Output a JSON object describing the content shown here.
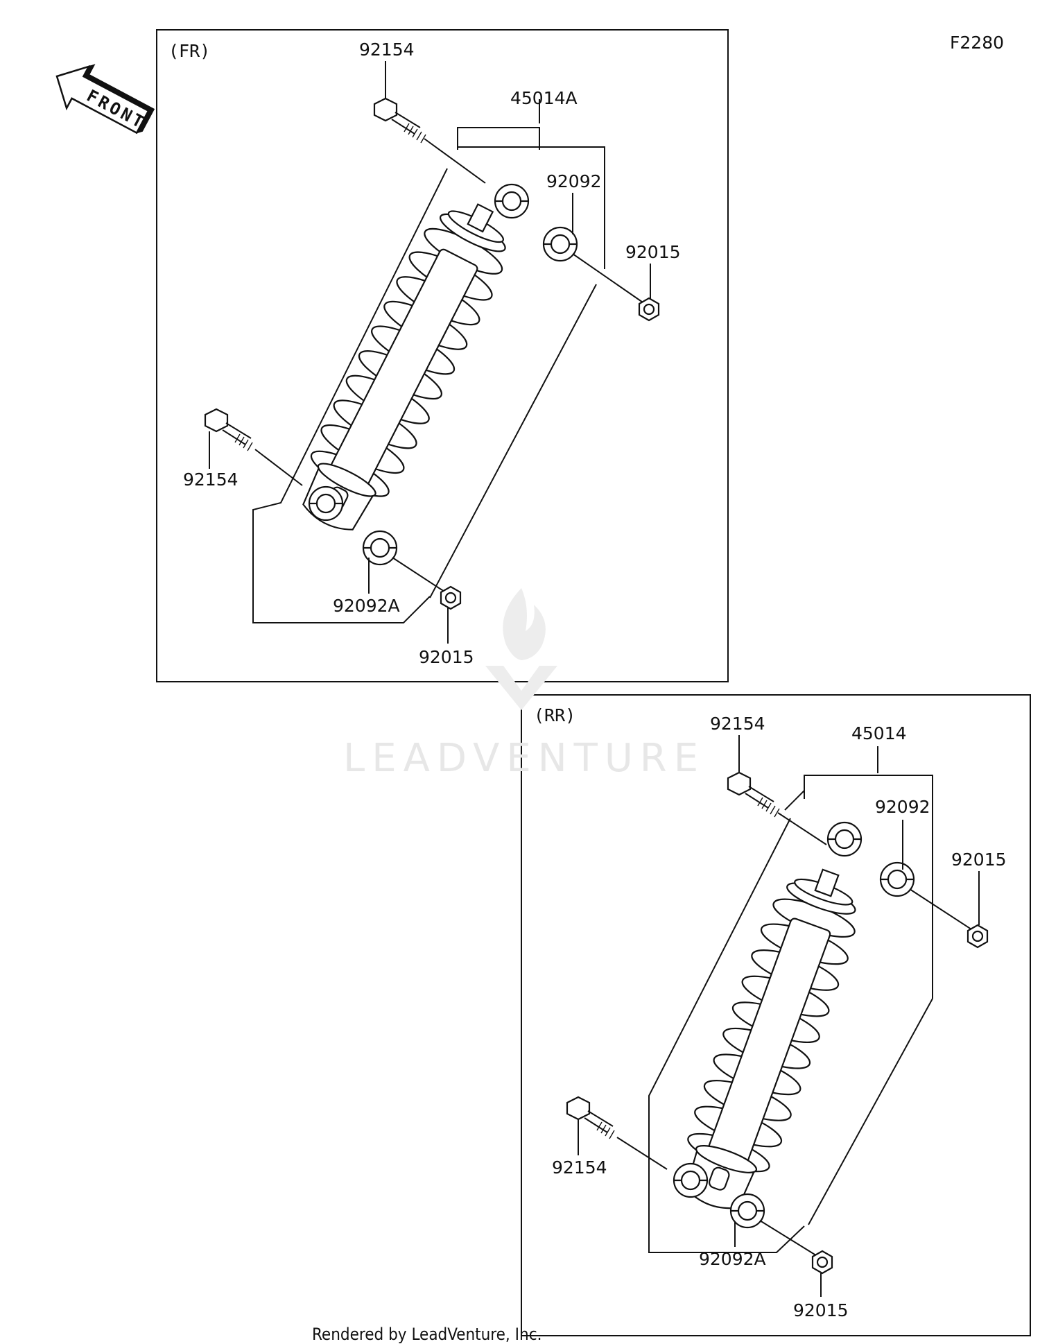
{
  "diagram_code": "F2280",
  "front_arrow_label": "FRONT",
  "watermark": "LEADVENTURE",
  "footer": "Rendered by LeadVenture, Inc.",
  "front_section": {
    "title": "(FR)",
    "labels": {
      "bolt_top": "92154",
      "assembly": "45014A",
      "collar_top": "92092",
      "nut_top": "92015",
      "bolt_bottom": "92154",
      "collar_bottom": "92092A",
      "nut_bottom": "92015"
    }
  },
  "rear_section": {
    "title": "(RR)",
    "labels": {
      "bolt_top": "92154",
      "assembly": "45014",
      "collar_top": "92092",
      "nut_top": "92015",
      "bolt_bottom": "92154",
      "collar_bottom": "92092A",
      "nut_bottom": "92015"
    }
  }
}
